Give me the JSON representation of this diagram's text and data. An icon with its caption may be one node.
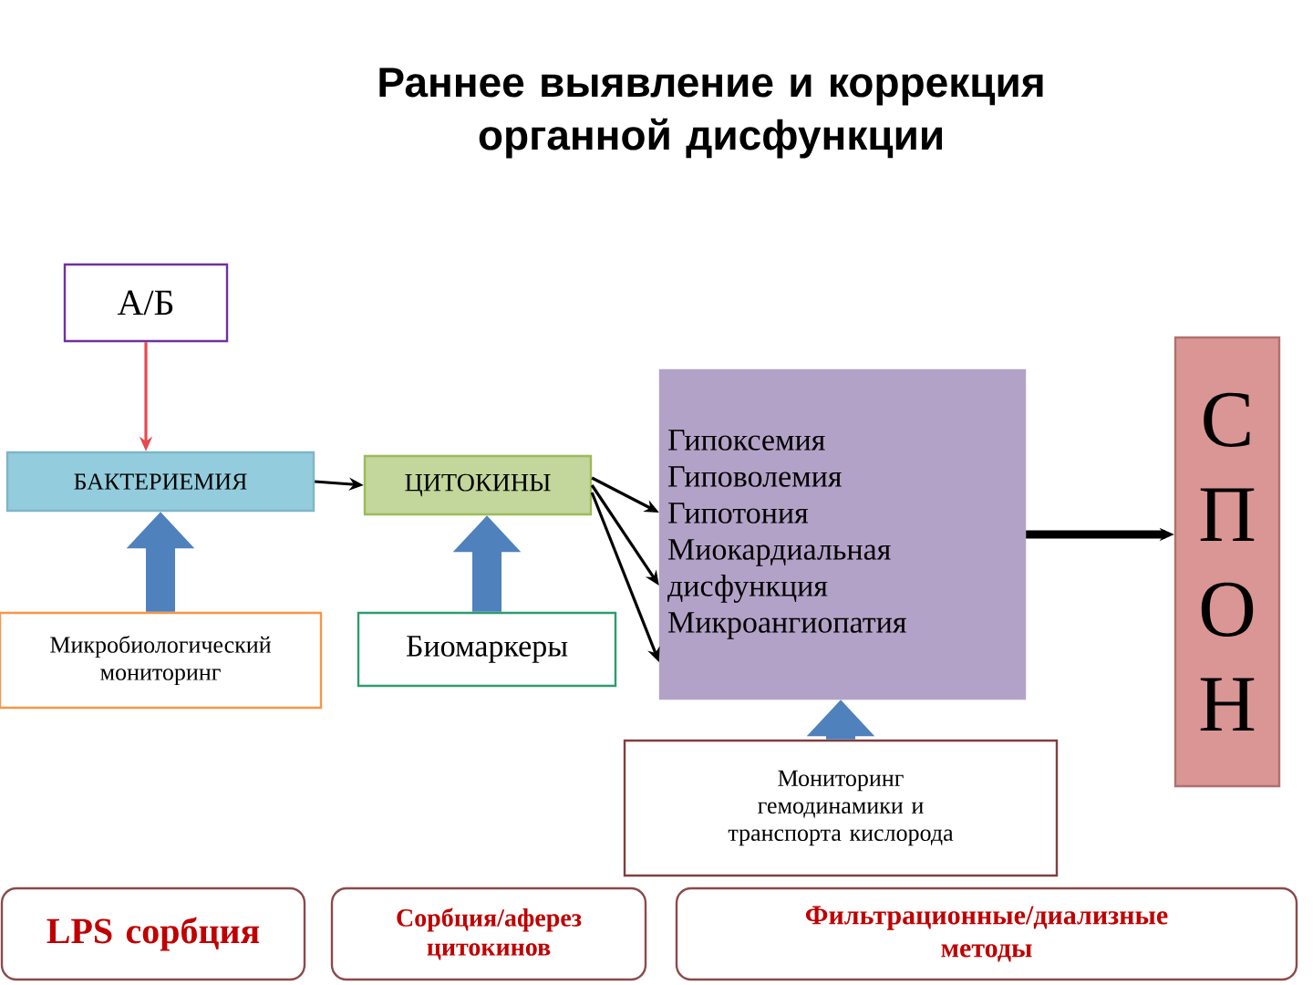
{
  "diagram": {
    "title": "Раннее выявление и коррекция органной дисфункции",
    "nodes": [
      {
        "text": [
          "А/Б"
        ]
      },
      {
        "text": [
          "БАКТЕРИЕМИЯ"
        ]
      },
      {
        "text": [
          "ЦИТОКИНЫ"
        ]
      },
      {
        "text": [
          "Микробиологический мониторинг"
        ]
      },
      {
        "text": [
          "Биомаркеры"
        ]
      },
      {
        "text": [
          "Гипоксемия",
          "Гиповолемия",
          "Гипотония",
          "Миокардиальная дисфункция",
          "Микроангиопатия"
        ]
      },
      {
        "text": [
          "Мониторинг гемодинамики и транспорта кислорода"
        ]
      },
      {
        "text": [
          "С П О Н"
        ]
      },
      {
        "text": [
          "LPS сорбция"
        ]
      },
      {
        "text": [
          "Сорбция/аферез цитокинов"
        ]
      },
      {
        "text": [
          "Фильтрационные/диализные методы"
        ]
      }
    ],
    "edges": [
      {
        "from": 0,
        "to": 1,
        "arrow": "to",
        "color": "#e8474f"
      },
      {
        "from": 1,
        "to": 2,
        "arrow": "to"
      },
      {
        "from": 2,
        "to": 5,
        "arrow": "to"
      },
      {
        "from": 2,
        "to": 5,
        "arrow": "to"
      },
      {
        "from": 2,
        "to": 5,
        "arrow": "to"
      },
      {
        "from": 5,
        "to": 7,
        "arrow": "to",
        "style": "thick"
      },
      {
        "from": 3,
        "to": 1,
        "arrow": "to",
        "style": "thick",
        "color": "#4f81bd"
      },
      {
        "from": 4,
        "to": 2,
        "arrow": "to",
        "style": "thick",
        "color": "#4f81bd"
      },
      {
        "from": 6,
        "to": 5,
        "arrow": "to",
        "style": "thick",
        "color": "#4f81bd"
      }
    ]
  }
}
